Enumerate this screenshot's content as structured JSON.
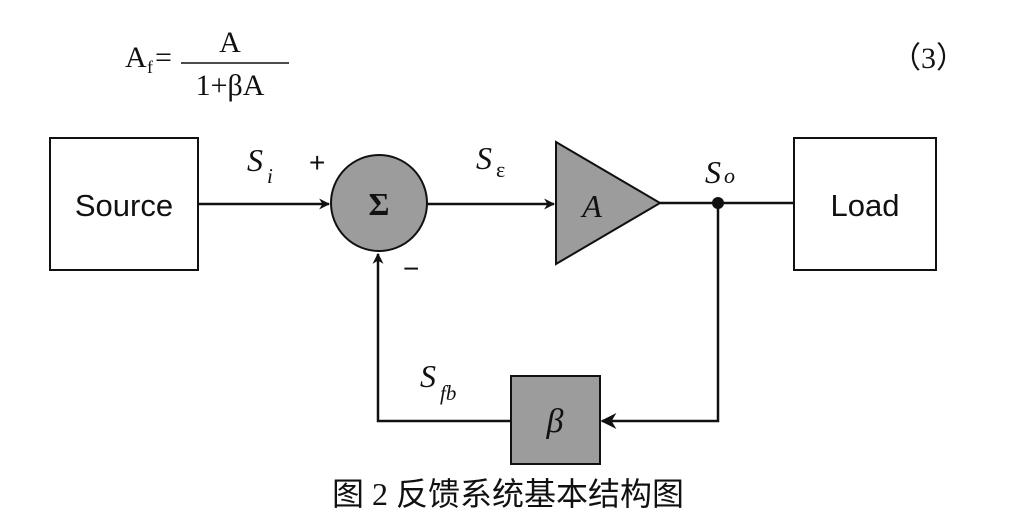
{
  "equation": {
    "lhs_main": "A",
    "lhs_sub": "f",
    "equals": "=",
    "numerator": "A",
    "denominator": "1+βA",
    "number": "（3）"
  },
  "diagram": {
    "source_label": "Source",
    "load_label": "Load",
    "sum_symbol": "Σ",
    "amp_label": "A",
    "beta_label": "β",
    "si_main": "S",
    "si_sub": "i",
    "se_main": "S",
    "se_sub": "ε",
    "so_main": "S",
    "so_sub": "o",
    "sfb_main": "S",
    "sfb_sub": "fb",
    "plus_sign": "+",
    "minus_sign": "−"
  },
  "caption": "图 2  反馈系统基本结构图",
  "colors": {
    "block_fill": "#9c9c9c",
    "line": "#111111",
    "background": "#ffffff"
  }
}
